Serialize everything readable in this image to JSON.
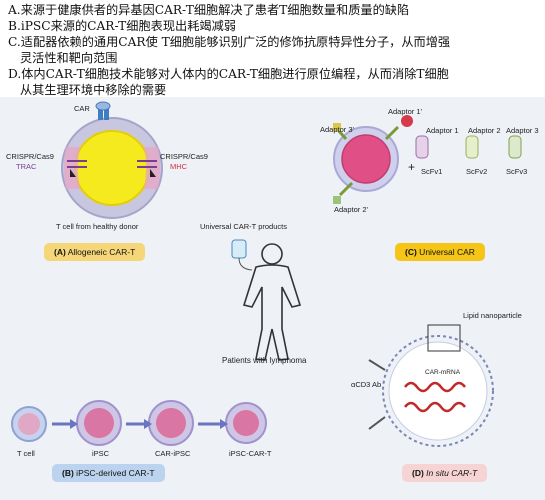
{
  "questions": [
    "A.来源于健康供者的异基因CAR-T细胞解决了患者T细胞数量和质量的缺陷",
    "B.iPSC来源的CAR-T细胞表现出耗竭减弱",
    "C.适配器依赖的通用CAR使 T细胞能够识别广泛的修饰抗原特异性分子，从而增强",
    "灵活性和靶向范围",
    "D.体内CAR-T细胞技术能够对人体内的CAR-T细胞进行原位编程，从而消除T细胞",
    "从其生理环境中移除的需要"
  ],
  "panelA": {
    "car": "CAR",
    "crispr_left": "CRISPR/Cas9",
    "trac": "TRAC",
    "crispr_right": "CRISPR/Cas9",
    "mhc": "MHC",
    "caption": "T cell from healthy donor",
    "tag_letter": "(A)",
    "tag_text": " Allogeneic CAR-T"
  },
  "center": {
    "products": "Universal CAR-T products",
    "patients": "Patients with lymphoma"
  },
  "panelC": {
    "adaptor3p": "Adaptor 3'",
    "adaptor1p": "Adaptor 1'",
    "adaptor2p": "Adaptor 2'",
    "adaptor1": "Adaptor 1",
    "adaptor2": "Adaptor 2",
    "adaptor3": "Adaptor 3",
    "scfv1": "ScFv1",
    "scfv2": "ScFv2",
    "scfv3": "ScFv3",
    "plus": "+",
    "tag_letter": "(C)",
    "tag_text": " Universal CAR"
  },
  "panelB": {
    "tcell": "T cell",
    "ipsc": "iPSC",
    "car_ipsc": "CAR-iPSC",
    "ipsc_car_t": "iPSC-CAR-T",
    "tag_letter": "(B)",
    "tag_text": " iPSC-derived CAR-T"
  },
  "panelD": {
    "lipid": "Lipid nanoparticle",
    "acd3": "αCD3 Ab",
    "mrna": "CAR-mRNA",
    "tag_letter": "(D)",
    "tag_text": " In situ CAR-T"
  },
  "colors": {
    "panel_bg": "#eef1f6",
    "tagA": "#f5d77a",
    "tagC": "#f5c518",
    "tagB": "#bcd3ef",
    "tagD": "#f7d4d4"
  }
}
